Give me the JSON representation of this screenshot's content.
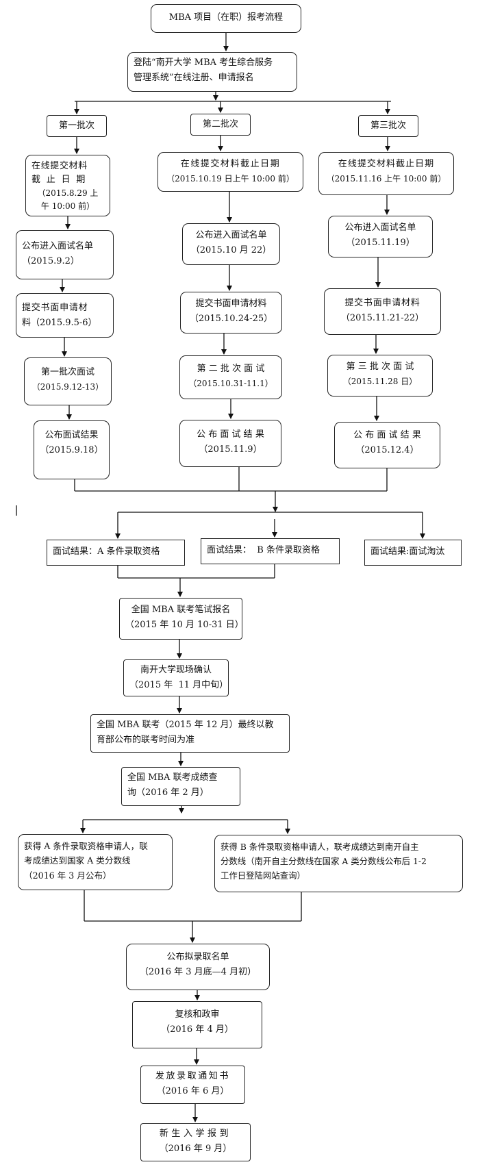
{
  "title": "MBA 项目（在职）报考流程",
  "register": [
    "登陆“南开大学 MBA 考生综合服务",
    "管理系统”在线注册、申请报名"
  ],
  "batches": [
    {
      "label": "第一批次",
      "deadline": [
        "在线提交材料",
        "截 止 日 期",
        "（2015.8.29 上",
        "午 10:00 前）"
      ],
      "interview_list": [
        "公布进入面试名单",
        "（2015.9.2）"
      ],
      "submit": [
        "提交书面申请材",
        "料（2015.9.5-6）"
      ],
      "interview": [
        "第一批次面试",
        "（2015.9.12-13）"
      ],
      "result": [
        "公布面试结果",
        "（2015.9.18）"
      ]
    },
    {
      "label": "第二批次",
      "deadline": [
        "在线提交材料截止日期",
        "（2015.10.19 日上午 10:00 前）"
      ],
      "interview_list": [
        "公布进入面试名单",
        "（2015.10 月 22）"
      ],
      "submit": [
        "提交书面申请材料",
        "（2015.10.24-25）"
      ],
      "interview": [
        "第 二 批 次 面 试",
        "（2015.10.31-11.1）"
      ],
      "result": [
        "公 布 面 试 结 果",
        "（2015.11.9）"
      ]
    },
    {
      "label": "第三批次",
      "deadline": [
        "在线提交材料截止日期",
        "（2015.11.16 上午 10:00 前）"
      ],
      "interview_list": [
        "公布进入面试名单",
        "（2015.11.19）"
      ],
      "submit": [
        "提交书面申请材料",
        "（2015.11.21-22）"
      ],
      "interview": [
        "第 三 批 次 面 试",
        "（2015.11.28 日）"
      ],
      "result": [
        "公 布 面 试 结 果",
        "（2015.12.4）"
      ]
    }
  ],
  "outcomes": {
    "a": "面试结果：A 条件录取资格",
    "b": "面试结果：  B 条件录取资格",
    "c": "面试结果:面试淘汰"
  },
  "steps": {
    "exam_register": [
      "全国 MBA 联考笔试报名",
      "（2015 年 10 月 10-31 日）"
    ],
    "confirm": [
      "南开大学现场确认",
      "（2015 年  11 月中旬）"
    ],
    "exam": [
      "全国 MBA 联考（2015 年 12 月）最终以教",
      "育部公布的联考时间为准"
    ],
    "score": [
      "全国 MBA 联考成绩查",
      "询（2016 年 2 月）"
    ],
    "a_line": [
      "获得 A 条件录取资格申请人，联",
      "考成绩达到国家 A 类分数线",
      "（2016 年 3 月公布）"
    ],
    "b_line": [
      "获得 B 条件录取资格申请人，联考成绩达到南开自主",
      "分数线（南开自主分数线在国家 A 类分数线公布后 1-2",
      "工作日登陆网站查询）"
    ],
    "admit_list": [
      "公布拟录取名单",
      "（2016 年 3 月底—4 月初）"
    ],
    "review": [
      "复核和政审",
      "（2016 年 4 月）"
    ],
    "notice": [
      "发放录取通知书",
      "（2016 年 6 月）"
    ],
    "enroll": [
      "新生入学报到",
      "（2016 年 9 月）"
    ]
  }
}
